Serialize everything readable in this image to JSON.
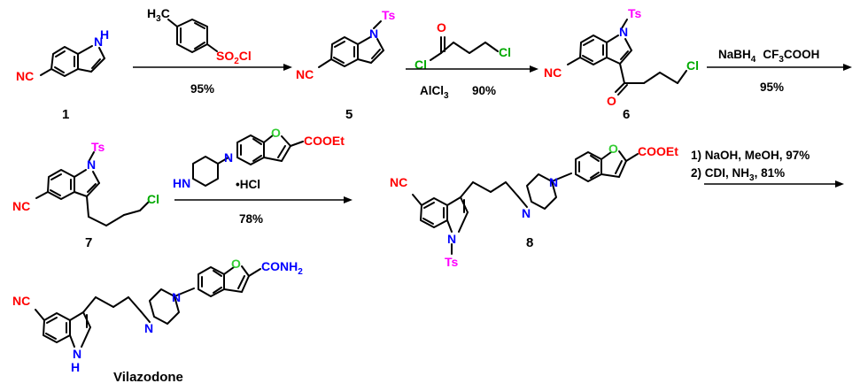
{
  "colors": {
    "nitrile": "#ff0000",
    "nitrogen": "#0000ff",
    "tosyl": "#ff00ff",
    "oxygen": "#ff0000",
    "furan_oxygen": "#33cc33",
    "chlorine": "#00aa00",
    "ester": "#ff0000",
    "amide": "#0000ff",
    "text": "#000000"
  },
  "atoms": {
    "cn": "NC",
    "n": "N",
    "nh": "N",
    "h": "H",
    "ts": "Ts",
    "cl": "Cl",
    "o": "O",
    "cooet": "COOEt",
    "conh2_base": "CONH",
    "conh2_sub": "2",
    "hn": "HN",
    "h3c_base": "H",
    "h3c_sub": "3",
    "h3c_c": "C",
    "so2cl_a": "SO",
    "so2cl_sub": "2",
    "so2cl_b": "Cl"
  },
  "compounds": {
    "c1": "1",
    "c5": "5",
    "c6": "6",
    "c7": "7",
    "c8": "8",
    "vilazodone": "Vilazodone"
  },
  "steps": {
    "step1_yield": "95%",
    "step2_reagent": "AlCl",
    "step2_reagent_sub": "3",
    "step2_yield": "90%",
    "step3_a": "NaBH",
    "step3_a_sub": "4",
    "step3_b": "CF",
    "step3_b_sub": "3",
    "step3_c": "COOH",
    "step3_yield": "95%",
    "step4_salt": "•HCl",
    "step4_yield": "78%",
    "step5_line1": "1) NaOH, MeOH, 97%",
    "step5_line2_a": "2) CDI, NH",
    "step5_line2_sub": "3",
    "step5_line2_b": ", 81%"
  }
}
